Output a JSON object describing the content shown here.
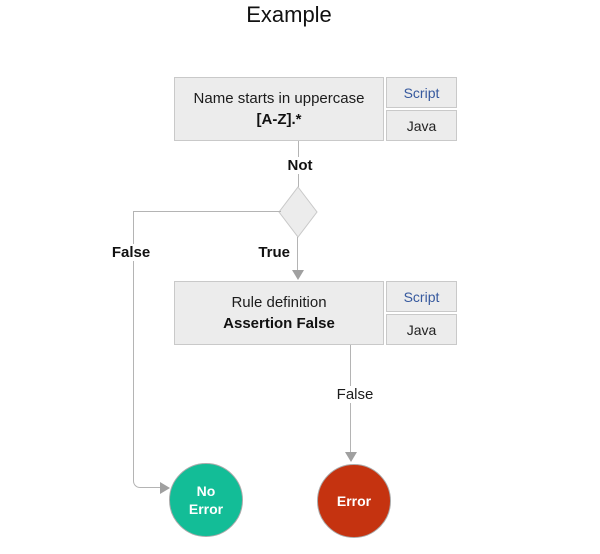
{
  "title": "Example",
  "nodes": {
    "condition1": {
      "title": "Name starts in uppercase",
      "subtitle": "[A-Z].*",
      "tabs": {
        "script": "Script",
        "java": "Java"
      }
    },
    "condition2": {
      "title": "Rule definition",
      "subtitle": "Assertion False",
      "tabs": {
        "script": "Script",
        "java": "Java"
      }
    },
    "no_error": {
      "line1": "No",
      "line2": "Error"
    },
    "error": {
      "label": "Error"
    }
  },
  "edges": {
    "not": "Not",
    "true": "True",
    "false_left": "False",
    "false_bottom": "False"
  },
  "colors": {
    "box_fill": "#ececec",
    "box_border": "#c9c9c9",
    "connector_line": "#b4b4b4",
    "arrowhead": "#a0a0a0",
    "script_link": "#36599e",
    "no_error_fill": "#13bd97",
    "error_fill": "#c53310"
  }
}
